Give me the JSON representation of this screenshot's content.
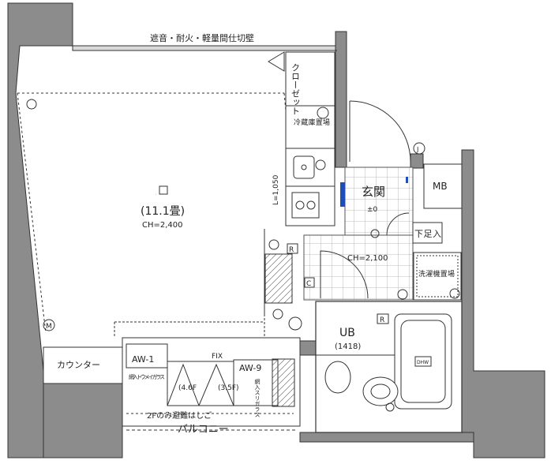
{
  "plan": {
    "top_wall_note": "遮音・耐火・軽量間仕切壁",
    "room_main": {
      "circle_mark": "〇",
      "size": "(11.1畳)",
      "ceiling": "CH=2,400"
    },
    "closet": "クローゼット",
    "fridge": "冷蔵庫置場",
    "genkan": "玄関",
    "genkan_mark": "±0",
    "shoe_box": "下足入",
    "mb": "MB",
    "washer": "洗濯機置場",
    "hall_ceiling": "CH=2,100",
    "ub": "UB",
    "ub_size": "(1418)",
    "counter": "カウンター",
    "aw1": "AW-1",
    "aw1_note": "網入トウメイガラス",
    "aw9": "AW-9",
    "aw9_note": "網入スリガラス",
    "fix": "FIX",
    "height_left": "(4.6F",
    "height_right": "(3.5F)",
    "ladder_note": "2Fのみ避難はしご",
    "balcony": "バルコニー",
    "l_height": "L=1,050",
    "m_mark": "M",
    "r_mark": "R",
    "c_mark": "C",
    "j_mark": "J",
    "dhw_mark": "DHW"
  },
  "colors": {
    "wall": "#8c8c8c",
    "wall_outline": "#333333",
    "line": "#2a2a2a",
    "accent_blue": "#1f4fb5",
    "accent_green": "#2d8a3c",
    "tile": "#9a9a9a"
  }
}
